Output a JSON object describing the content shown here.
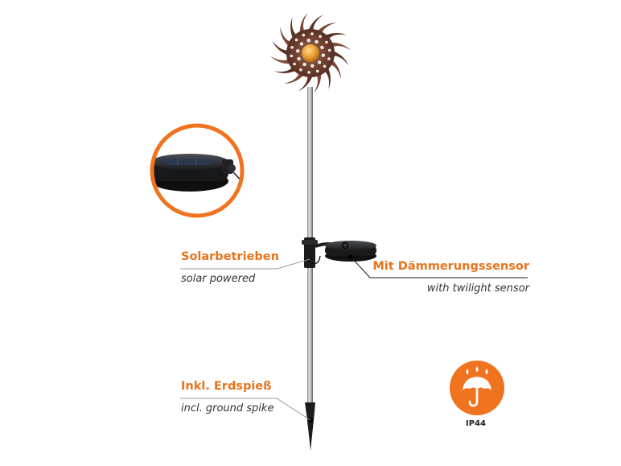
{
  "labels": {
    "solar": {
      "title": "Solarbetrieben",
      "subtitle": "solar powered"
    },
    "sensor": {
      "title": "Mit Dämmerungssensor",
      "subtitle": "with twilight sensor"
    },
    "spike": {
      "title": "Inkl. Erdspieß",
      "subtitle": "incl. ground spike"
    }
  },
  "badge": {
    "text": "IP44",
    "icon": "umbrella-rain-icon",
    "color": "#f0731f"
  },
  "colors": {
    "accent": "#e8731c",
    "zoom_ring": "#f0731f",
    "sun_copper": "#6b3d2e",
    "bulb": "#e8a030",
    "pole": "#b8bcc0",
    "panel": "#1e1e1e"
  },
  "icons": {
    "sun": "sun-decoration-icon",
    "bulb": "amber-bulb-icon",
    "panel": "solar-panel-icon"
  }
}
